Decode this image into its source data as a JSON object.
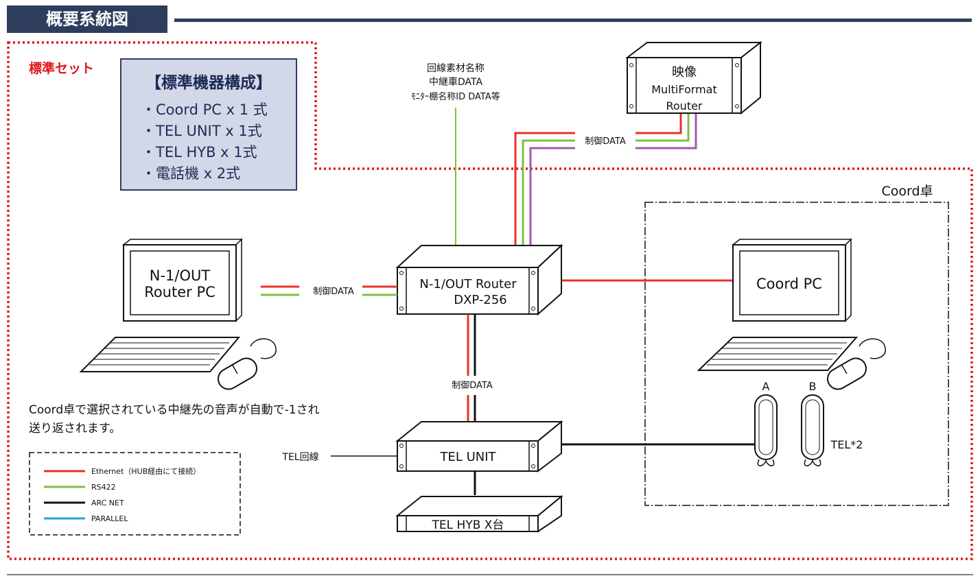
{
  "header": {
    "title": "概要系統図"
  },
  "standard_set_label": "標準セット",
  "config_box": {
    "title": "【標準機器構成】",
    "items": [
      "・Coord PC x 1 式",
      "・TEL UNIT x 1式",
      "・TEL HYB  x 1式",
      "・電話機 x 2式"
    ]
  },
  "top_note": {
    "line1": "回線素材名称",
    "line2": "中継車DATA",
    "line3": "ﾓﾆﾀｰ棚名称ID DATA等"
  },
  "video_router": {
    "line1": "映像",
    "line2": "MultiFormat",
    "line3": "Router"
  },
  "control_data": "制御DATA",
  "router_pc": {
    "line1": "N-1/OUT",
    "line2": "Router PC"
  },
  "main_router": {
    "line1": "N-1/OUT Router",
    "line2": "DXP-256"
  },
  "coord_area_label": "Coord卓",
  "coord_pc": "Coord PC",
  "phones": {
    "a": "A",
    "b": "B",
    "label": "TEL*2"
  },
  "tel_line": "TEL回線",
  "tel_unit": "TEL UNIT",
  "tel_hyb": "TEL HYB X台",
  "note": {
    "line1": "Coord卓で選択されている中継先の音声が自動で-1され",
    "line2": "送り返されます。"
  },
  "legend": [
    {
      "label": "Ethernet（HUB経由にて接続）",
      "color": "#e8302a"
    },
    {
      "label": "RS422",
      "color": "#7ac143"
    },
    {
      "label": "ARC NET",
      "color": "#111111"
    },
    {
      "label": "PARALLEL",
      "color": "#1ba6dc"
    }
  ],
  "colors": {
    "header_bg": "#2e3d5c",
    "border_dotted": "#e0141b",
    "config_bg": "#d3d8e8",
    "config_text": "#1e2a55",
    "purple": "#a05aab"
  }
}
